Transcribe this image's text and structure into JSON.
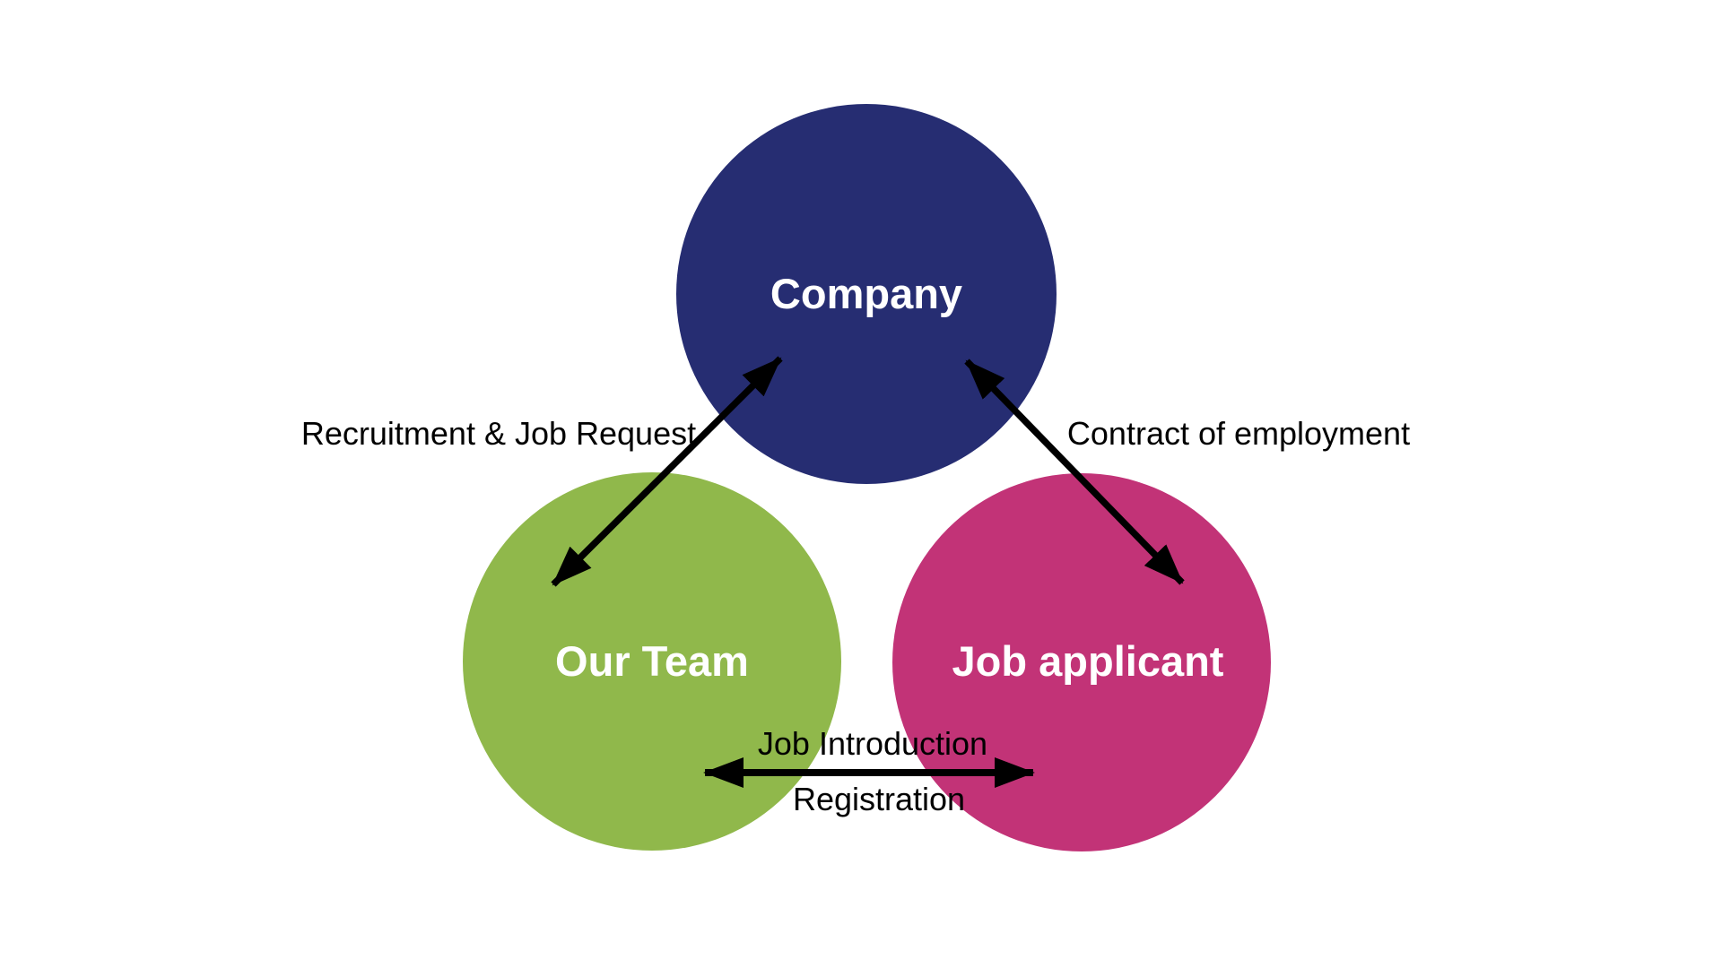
{
  "slide": {
    "background": "#FFFFFF"
  },
  "diagram": {
    "arrow_color": "#000000",
    "label_color": "#000000",
    "nodes": {
      "company": {
        "label": "Company",
        "color": "#262D72",
        "text_color": "#FFFFFF"
      },
      "our_team": {
        "label": "Our Team",
        "color": "#90B84B",
        "text_color": "#FFFFFF"
      },
      "job_applicant": {
        "label": "Job applicant",
        "color": "#C23377",
        "text_color": "#FFFFFF"
      }
    },
    "edges": {
      "team_company": {
        "label": "Recruitment & Job Request"
      },
      "company_applicant": {
        "label": "Contract of employment"
      },
      "team_applicant": {
        "label_above": "Job Introduction",
        "label_below": "Registration"
      }
    }
  }
}
